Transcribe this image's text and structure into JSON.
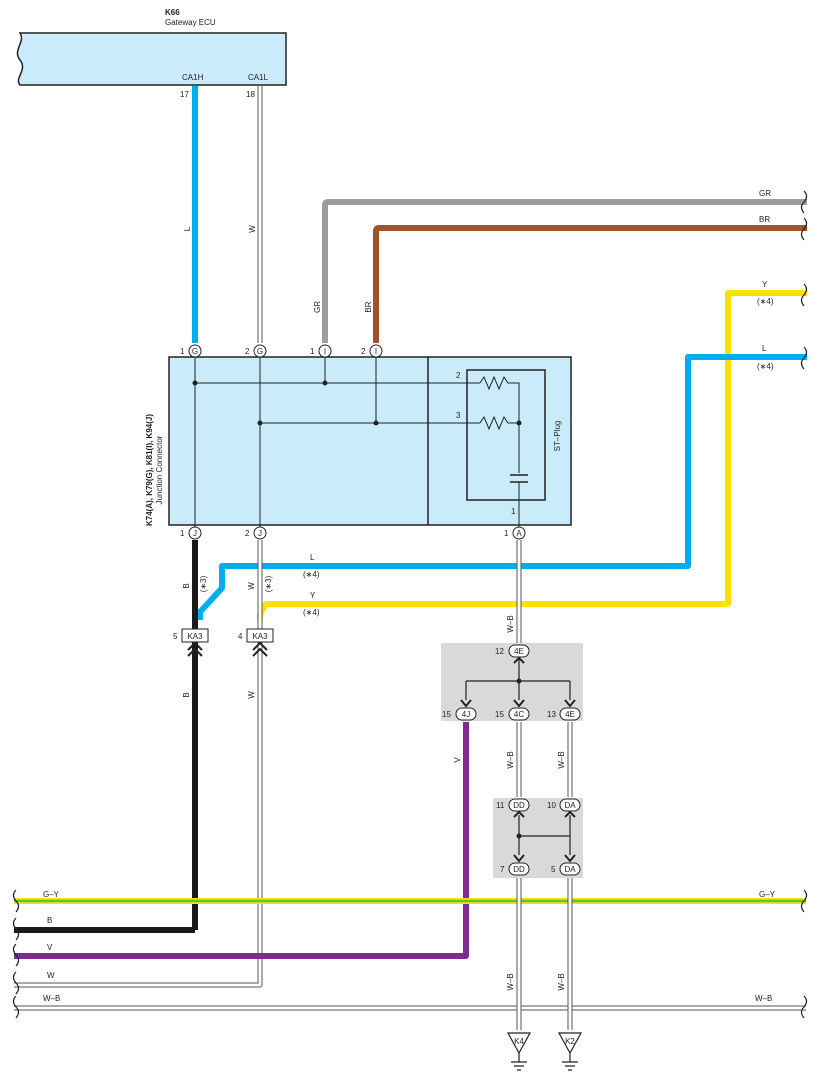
{
  "ecu": {
    "code": "K66",
    "name": "Gateway ECU",
    "pin_a_name": "CA1H",
    "pin_a_num": "17",
    "pin_b_name": "CA1L",
    "pin_b_num": "18"
  },
  "junction": {
    "codes": "K74(A), K79(G), K81(I), K94(J)",
    "name": "Junction Connector"
  },
  "st_plug": {
    "label": "ST–Plug",
    "pin2": "2",
    "pin3": "3",
    "pin1": "1"
  },
  "pins": {
    "g1_num": "1",
    "g1": "G",
    "g2_num": "2",
    "g2": "G",
    "i1_num": "1",
    "i1": "I",
    "i2_num": "2",
    "i2": "I",
    "j1_num": "1",
    "j1": "J",
    "j2_num": "2",
    "j2": "J",
    "a1_num": "1",
    "a1": "A",
    "ka3_5_num": "5",
    "ka3_4_num": "4",
    "ka3": "KA3",
    "e12_num": "12",
    "e12": "4E",
    "j15_num": "15",
    "j15": "4J",
    "c15_num": "15",
    "c15": "4C",
    "e13_num": "13",
    "e13": "4E",
    "dd11_num": "11",
    "dd": "DD",
    "da10_num": "10",
    "da": "DA",
    "dd7_num": "7",
    "da5_num": "5"
  },
  "wires": {
    "L": "L",
    "W": "W",
    "GR": "GR",
    "BR": "BR",
    "Y": "Y",
    "B": "B",
    "V": "V",
    "WB": "W–B",
    "GY": "G–Y"
  },
  "notes": {
    "n3": "(∗3)",
    "n4": "(∗4)"
  },
  "grounds": {
    "k4": "K4",
    "k2": "K2"
  },
  "colors": {
    "blue": "#00aeef",
    "white_wire": "#bcbcbc",
    "gray": "#9d9d9d",
    "brown": "#a0522d",
    "yellow": "#ffe100",
    "black": "#1a1a1a",
    "purple": "#7b2d8e",
    "green": "#5ec43c",
    "box_fill": "#c9ebfa",
    "splice_fill": "#d9d9d9"
  }
}
